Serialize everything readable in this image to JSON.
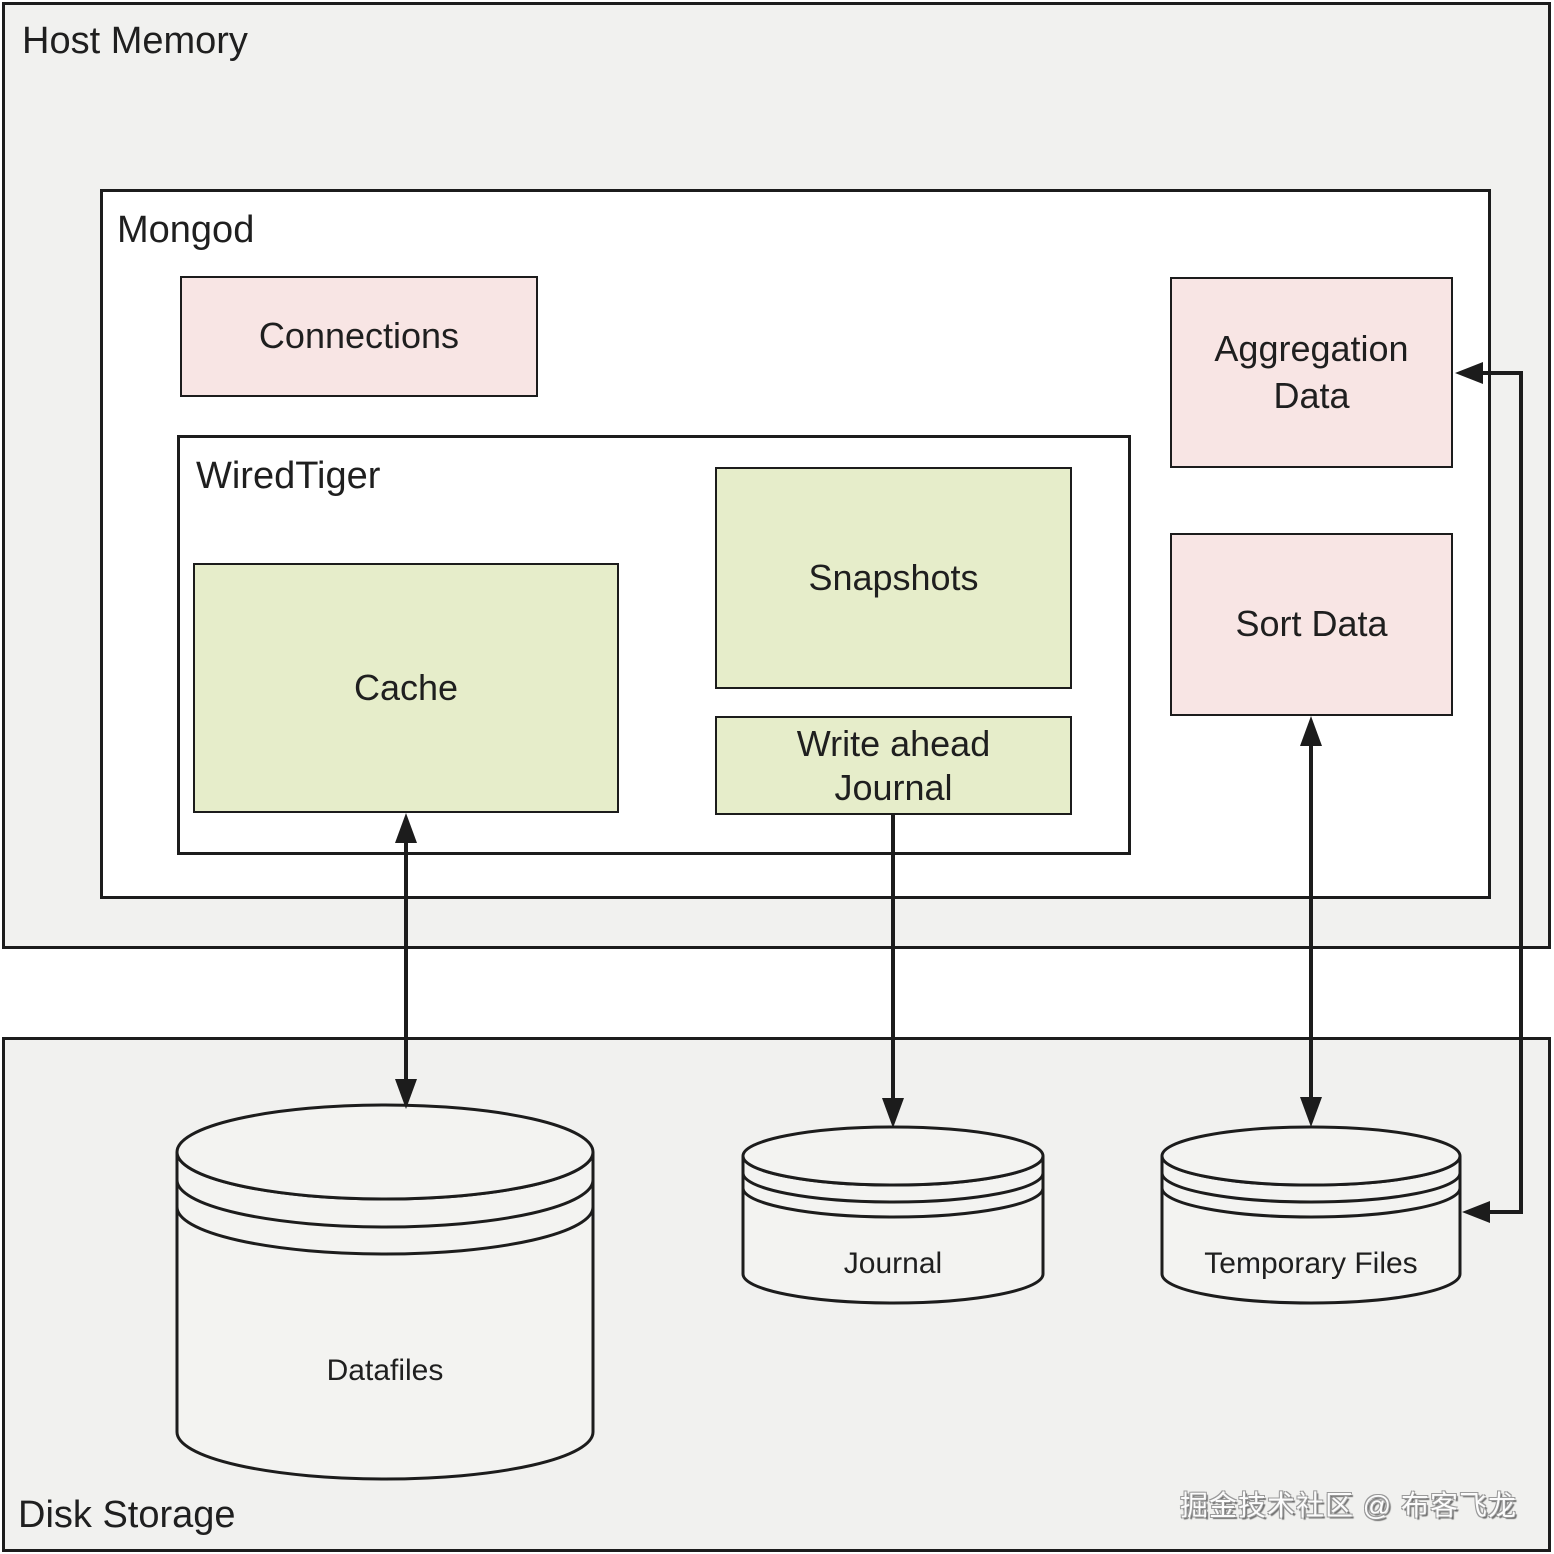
{
  "regions": {
    "host_memory": {
      "label": "Host Memory"
    },
    "mongod": {
      "label": "Mongod"
    },
    "wiredtiger": {
      "label": "WiredTiger"
    },
    "disk_storage": {
      "label": "Disk Storage"
    }
  },
  "memory_blocks": {
    "connections": {
      "label": "Connections",
      "color": "#f8e5e4"
    },
    "cache": {
      "label": "Cache",
      "color": "#e6edca"
    },
    "snapshots": {
      "label": "Snapshots",
      "color": "#e6edca"
    },
    "write_ahead_journal": {
      "label": "Write ahead\nJournal",
      "color": "#e6edca"
    },
    "aggregation_data": {
      "label": "Aggregation\nData",
      "color": "#f8e5e4"
    },
    "sort_data": {
      "label": "Sort Data",
      "color": "#f8e5e4"
    }
  },
  "disk_stores": {
    "datafiles": {
      "label": "Datafiles"
    },
    "journal": {
      "label": "Journal"
    },
    "temporary_files": {
      "label": "Temporary Files"
    }
  },
  "connectors": [
    {
      "from": "Cache",
      "to": "Datafiles",
      "bidirectional": true
    },
    {
      "from": "Write ahead Journal",
      "to": "Journal",
      "bidirectional": false
    },
    {
      "from": "Sort Data",
      "to": "Temporary Files",
      "bidirectional": true
    },
    {
      "from": "Aggregation Data",
      "to": "Temporary Files",
      "bidirectional": true
    }
  ],
  "watermark": {
    "text": "掘金技术社区 @ 布客飞龙"
  },
  "colors": {
    "background": "#ffffff",
    "region_fill": "#f1f1ef",
    "inner_fill": "#ffffff",
    "green_block": "#e6edca",
    "pink_block": "#f8e5e4",
    "cylinder_fill": "#f3f3f1",
    "line": "#1c1c1c"
  }
}
